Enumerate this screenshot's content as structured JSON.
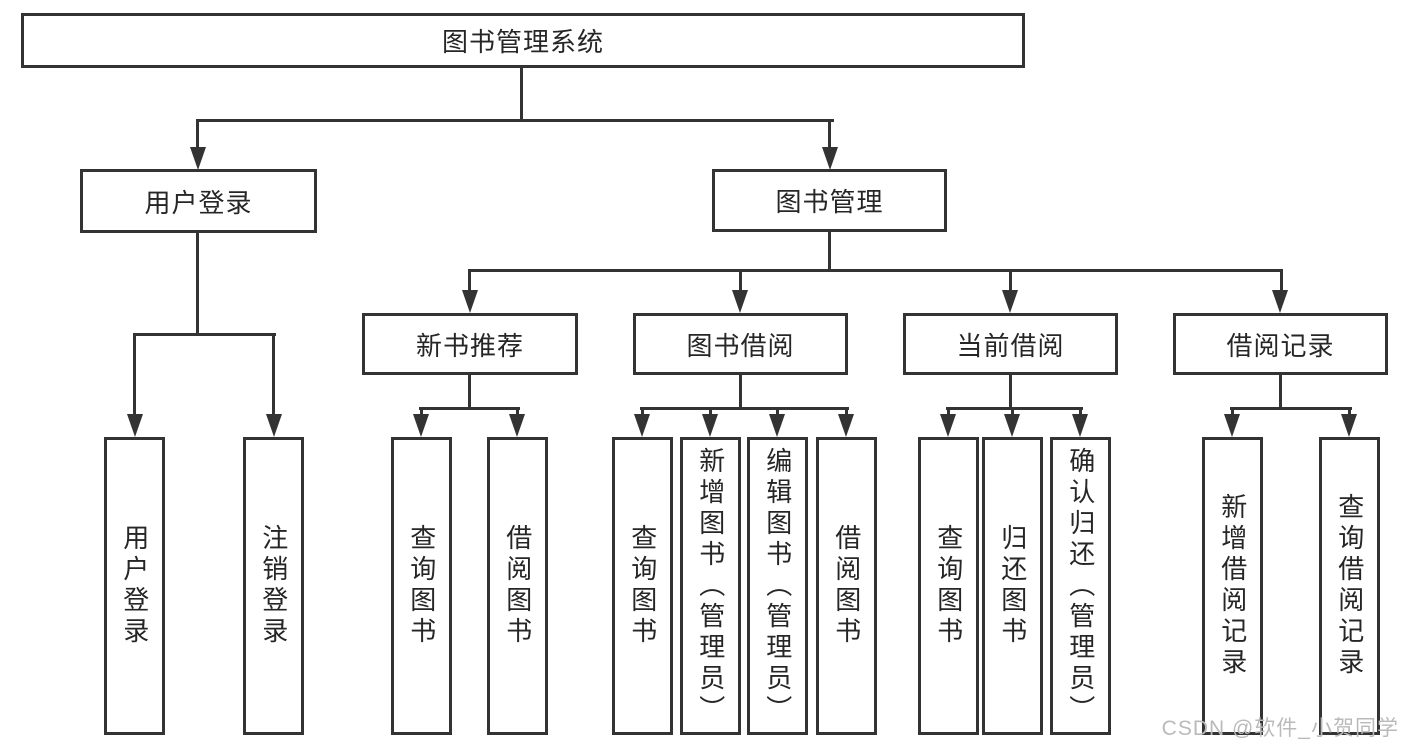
{
  "diagram": {
    "title_node": "图书管理系统",
    "level2": {
      "user_login": "用户登录",
      "book_mgmt": "图书管理"
    },
    "level3": {
      "new_book_rec": "新书推荐",
      "book_borrow": "图书借阅",
      "current_borrow": "当前借阅",
      "borrow_records": "借阅记录"
    },
    "leaves": {
      "user_login": "用户登录",
      "logout": "注销登录",
      "nb_query_books": "查询图书",
      "nb_borrow_books": "借阅图书",
      "bb_query_books": "查询图书",
      "bb_add_books": "新增图书（管理员）",
      "bb_edit_books": "编辑图书（管理员）",
      "bb_borrow_books": "借阅图书",
      "cb_query_books": "查询图书",
      "cb_return_books": "归还图书",
      "cb_confirm_return": "确认归还（管理员）",
      "br_add_record": "新增借阅记录",
      "br_query_record": "查询借阅记录"
    },
    "watermark": "CSDN @软件_小贺同学",
    "colors": {
      "line": "#333333",
      "text": "#262626",
      "watermark": "#bababa",
      "background": "#ffffff"
    }
  }
}
